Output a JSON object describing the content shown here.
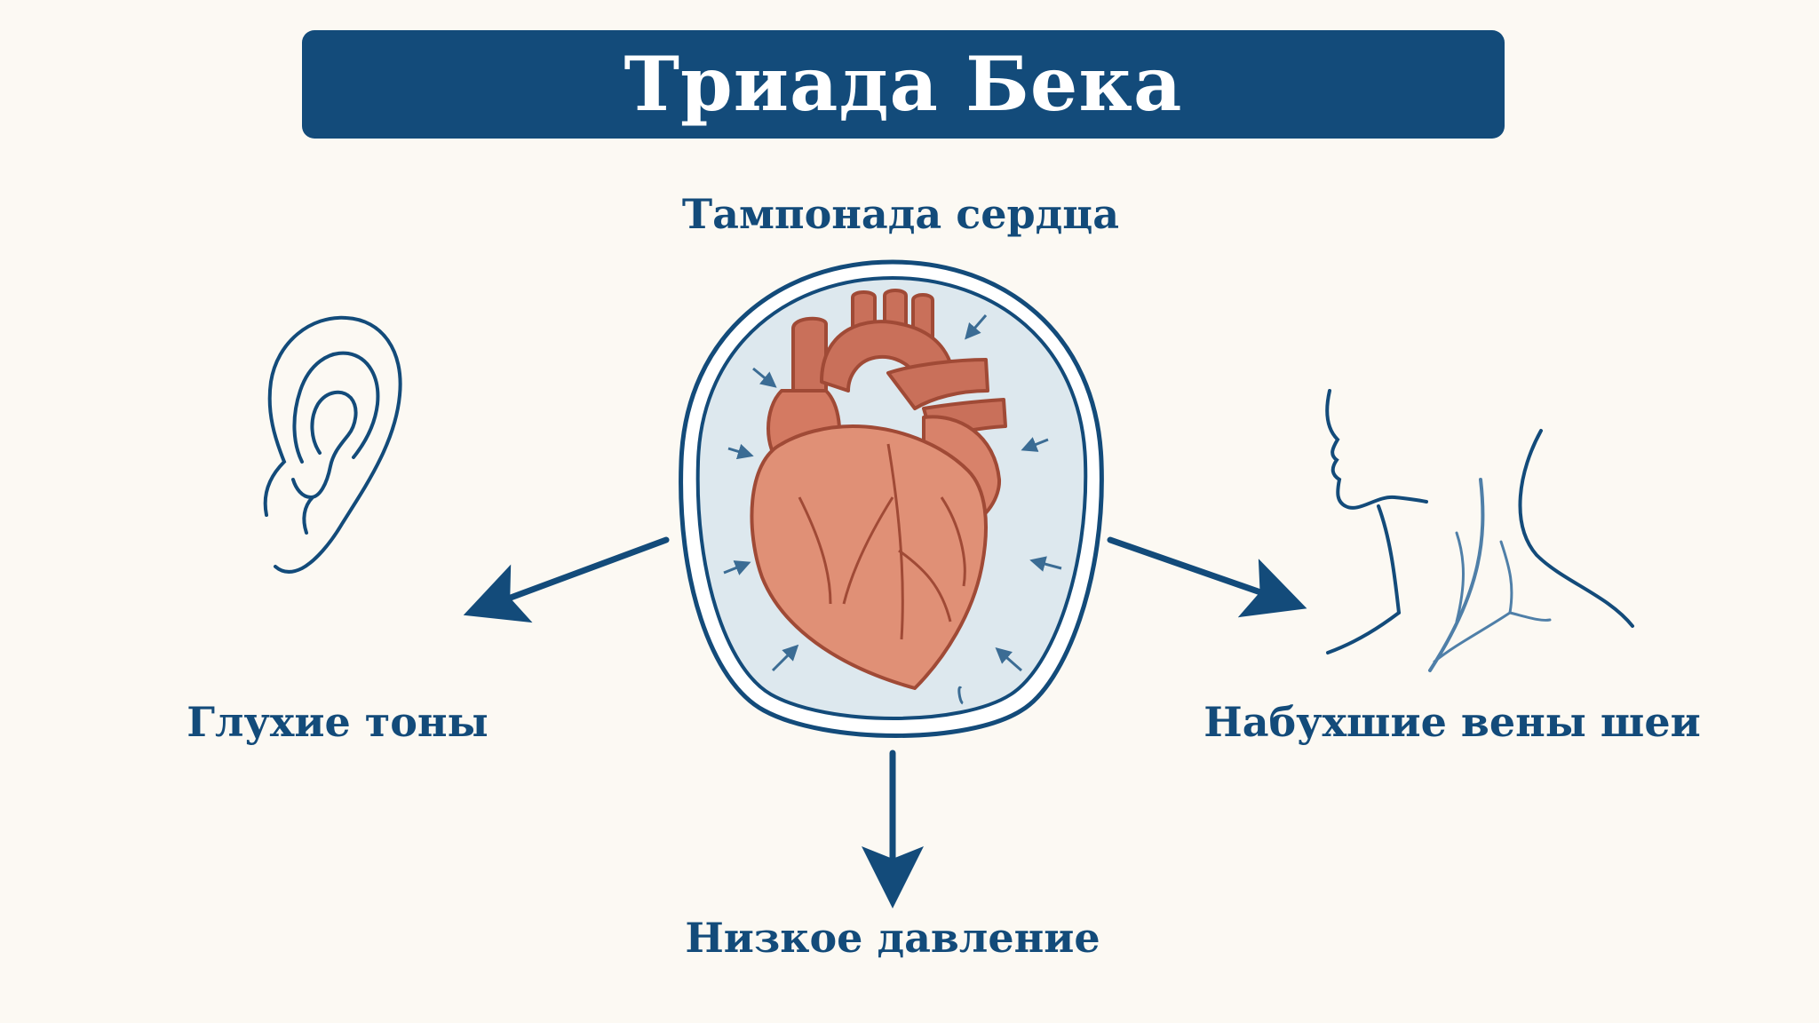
{
  "title": "Триада Бека",
  "center": {
    "label": "Тампонада сердца",
    "icon": "heart-in-pericardium-icon"
  },
  "symptoms": [
    {
      "id": "left",
      "label": "Глухие тоны",
      "icon": "ear-icon"
    },
    {
      "id": "right",
      "label": "Набухшие вены шеи",
      "icon": "neck-veins-icon"
    },
    {
      "id": "bottom",
      "label": "Низкое давление",
      "icon": "arrow-down-icon"
    }
  ],
  "colors": {
    "navy": "#134b7a",
    "background": "#fcf9f3",
    "heart": "#d8826a",
    "heart_outline": "#a04a36",
    "fluid": "#dde8ee"
  }
}
